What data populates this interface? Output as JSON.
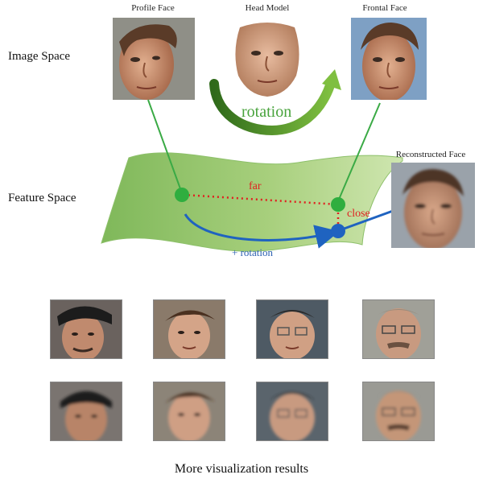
{
  "image_space_label": "Image Space",
  "feature_space_label": "Feature Space",
  "profile_face_label": "Profile Face",
  "head_model_label": "Head Model",
  "frontal_face_label": "Frontal Face",
  "reconstructed_face_label": "Reconstructed Face",
  "rotation_label": "rotation",
  "far_label": "far",
  "close_label": "close",
  "plus_rotation_label": "+ rotation",
  "caption": "More visualization results",
  "colors": {
    "manifold": "#a7cf7c",
    "green_point": "#2fae3f",
    "blue_point": "#1f63c0",
    "dotted_red": "#e02020",
    "rotation_text": "#48a33c",
    "plus_rotation_text": "#2a5fb0"
  }
}
